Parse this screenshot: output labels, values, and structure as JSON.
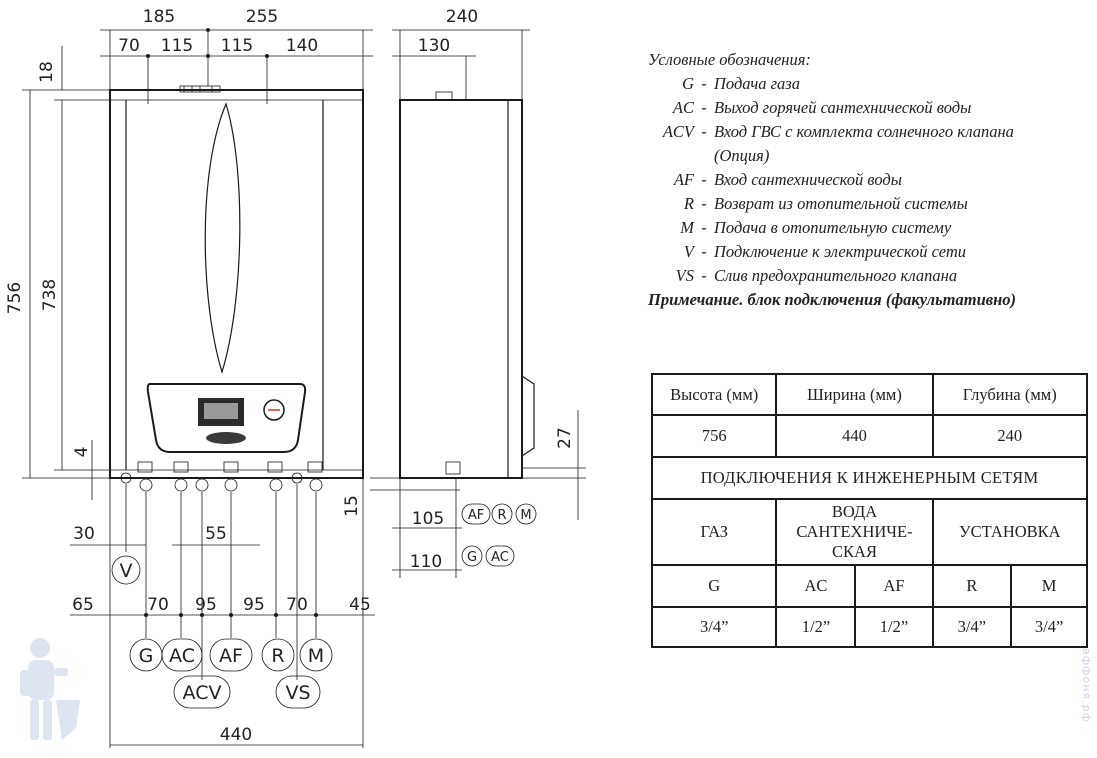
{
  "front_view": {
    "dims_top_row1": [
      "185",
      "255"
    ],
    "dims_top_row2": [
      "70",
      "115",
      "115",
      "140"
    ],
    "dim_top_offset": "18",
    "dim_height_total": "756",
    "dim_height_body": "738",
    "dim_bottom_offset": "4",
    "dim_v_offset": "30",
    "dim_ac_af_spacing": "55",
    "dims_bottom_row": [
      "65",
      "70",
      "95",
      "95",
      "70",
      "45"
    ],
    "dim_width_total": "440",
    "codes_row1": [
      "G",
      "AC",
      "AF",
      "R",
      "M"
    ],
    "codes_row2": [
      "ACV",
      "VS"
    ],
    "code_v": "V"
  },
  "side_view": {
    "dim_depth_total": "240",
    "dim_depth_130": "130",
    "dim_27": "27",
    "dim_15": "15",
    "dim_105": "105",
    "dim_110": "110",
    "codes_105": [
      "AF",
      "R",
      "M"
    ],
    "codes_110": [
      "G",
      "AC"
    ]
  },
  "legend": {
    "title": "Условные обозначения:",
    "items": [
      {
        "code": "G",
        "text": "Подача газа"
      },
      {
        "code": "AC",
        "text": "Выход горячей сантехнической воды"
      },
      {
        "code": "ACV",
        "text": "Вход ГВС с комплекта солнечного клапана"
      },
      {
        "code": "",
        "text": "(Опция)"
      },
      {
        "code": "AF",
        "text": "Вход сантехнической воды"
      },
      {
        "code": "R",
        "text": "Возврат из отопительной системы"
      },
      {
        "code": "M",
        "text": "Подача в отопительную систему"
      },
      {
        "code": "V",
        "text": "Подключение к электрической сети"
      },
      {
        "code": "VS",
        "text": "Слив предохранительного клапана"
      }
    ],
    "note": "Примечание. блок подключения (факультативно)"
  },
  "spec_table": {
    "headers": [
      "Высота (мм)",
      "Ширина (мм)",
      "Глубина (мм)"
    ],
    "values": [
      "756",
      "440",
      "240"
    ],
    "connections_title": "ПОДКЛЮЧЕНИЯ К ИНЖЕНЕРНЫМ СЕТЯМ",
    "groups": [
      "ГАЗ",
      "ВОДА САНТЕХНИЧЕ-СКАЯ",
      "УСТАНОВКА"
    ],
    "group_water_lines": [
      "ВОДА",
      "САНТЕХНИЧЕ-",
      "СКАЯ"
    ],
    "codes": [
      "G",
      "AC",
      "AF",
      "R",
      "M"
    ],
    "sizes": [
      "3/4”",
      "1/2”",
      "1/2”",
      "3/4”",
      "3/4”"
    ]
  },
  "watermark": "аффоня.рф"
}
